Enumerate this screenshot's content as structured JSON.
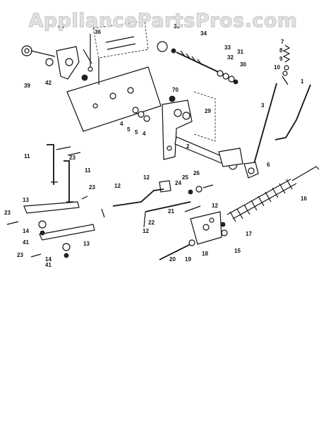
{
  "watermark": "AppliancePartsPros.com",
  "callouts": [
    "1",
    "2",
    "3",
    "4",
    "5",
    "6",
    "7",
    "8",
    "9",
    "10",
    "11",
    "12",
    "13",
    "14",
    "15",
    "16",
    "17",
    "18",
    "19",
    "20",
    "21",
    "22",
    "23",
    "24",
    "25",
    "26",
    "29",
    "30",
    "31",
    "32",
    "33",
    "34",
    "35",
    "36",
    "39",
    "40",
    "41",
    "42",
    "70"
  ]
}
